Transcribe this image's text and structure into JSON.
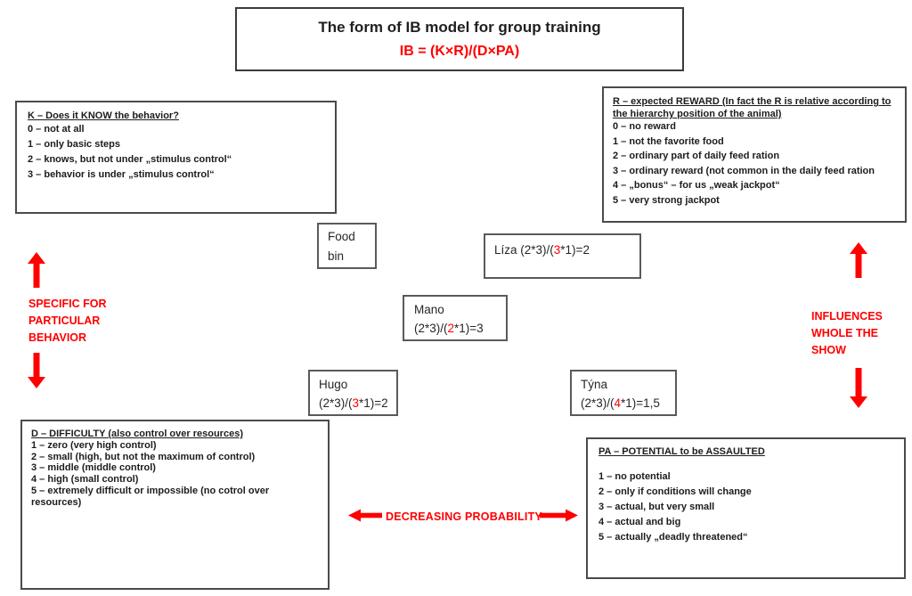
{
  "title": {
    "heading": "The form of IB model for group training",
    "formula": "IB = (K×R)/(D×PA)"
  },
  "colors": {
    "accent_red": "#ff0000",
    "box_border_dark": "#3b3b3b",
    "box_border": "#4a4a4a",
    "node_border": "#5a5a5a",
    "text": "#1c1c1c"
  },
  "boxes": {
    "k": {
      "heading": "K – Does it KNOW the behavior?",
      "items": [
        "0 – not at all",
        "1 – only basic steps",
        "2 – knows, but not under „stimulus control“",
        "3 – behavior is under „stimulus control“"
      ]
    },
    "r": {
      "heading": "R – expected REWARD  (In fact the R is relative according to the hierarchy position of the animal)",
      "items": [
        "0 – no reward",
        "1 – not the favorite food",
        "2 – ordinary part of daily feed ration",
        "3 – ordinary reward (not common in the daily feed ration",
        "4 – „bonus“ – for us „weak jackpot“",
        "5 – very strong jackpot"
      ]
    },
    "d": {
      "heading": "D – DIFFICULTY (also control over resources)",
      "items": [
        "1 – zero (very high control)",
        "2 – small (high, but not the maximum of control)",
        "3 – middle (middle control)",
        "4 – high (small control)",
        "5 – extremely difficult or impossible (no cotrol over resources)"
      ]
    },
    "pa": {
      "heading": "PA – POTENTIAL to be ASSAULTED",
      "items": [
        "1 – no potential",
        "2 – only if conditions will change",
        "3 – actual, but very small",
        "4 – actual and big",
        "5 – actually „deadly threatened“"
      ]
    }
  },
  "nodes": {
    "food_bin": {
      "line1": "Food",
      "line2": "bin"
    },
    "liza": {
      "pre": "Líza (2*3)/(",
      "red": "3",
      "post": "*1)=2"
    },
    "mano": {
      "name": "Mano",
      "pre": "(2*3)/(",
      "red": "2",
      "post": "*1)=3"
    },
    "hugo": {
      "name": "Hugo",
      "pre": "(2*3)/(",
      "red": "3",
      "post": "*1)=2"
    },
    "tyna": {
      "name": "Týna",
      "pre": "(2*3)/(",
      "red": "4",
      "post": "*1)=1,5"
    }
  },
  "labels": {
    "left": {
      "lines": [
        "SPECIFIC FOR",
        "PARTICULAR",
        "BEHAVIOR"
      ]
    },
    "right": {
      "lines": [
        "INFLUENCES",
        "WHOLE THE",
        "SHOW"
      ]
    },
    "bottom": "DECREASING PROBABILITY"
  },
  "icons": {
    "left_up": "up-arrow-icon",
    "left_down": "down-arrow-icon",
    "right_up": "up-arrow-icon",
    "right_down": "down-arrow-icon",
    "bottom_left": "left-arrow-icon",
    "bottom_right": "right-arrow-icon"
  }
}
